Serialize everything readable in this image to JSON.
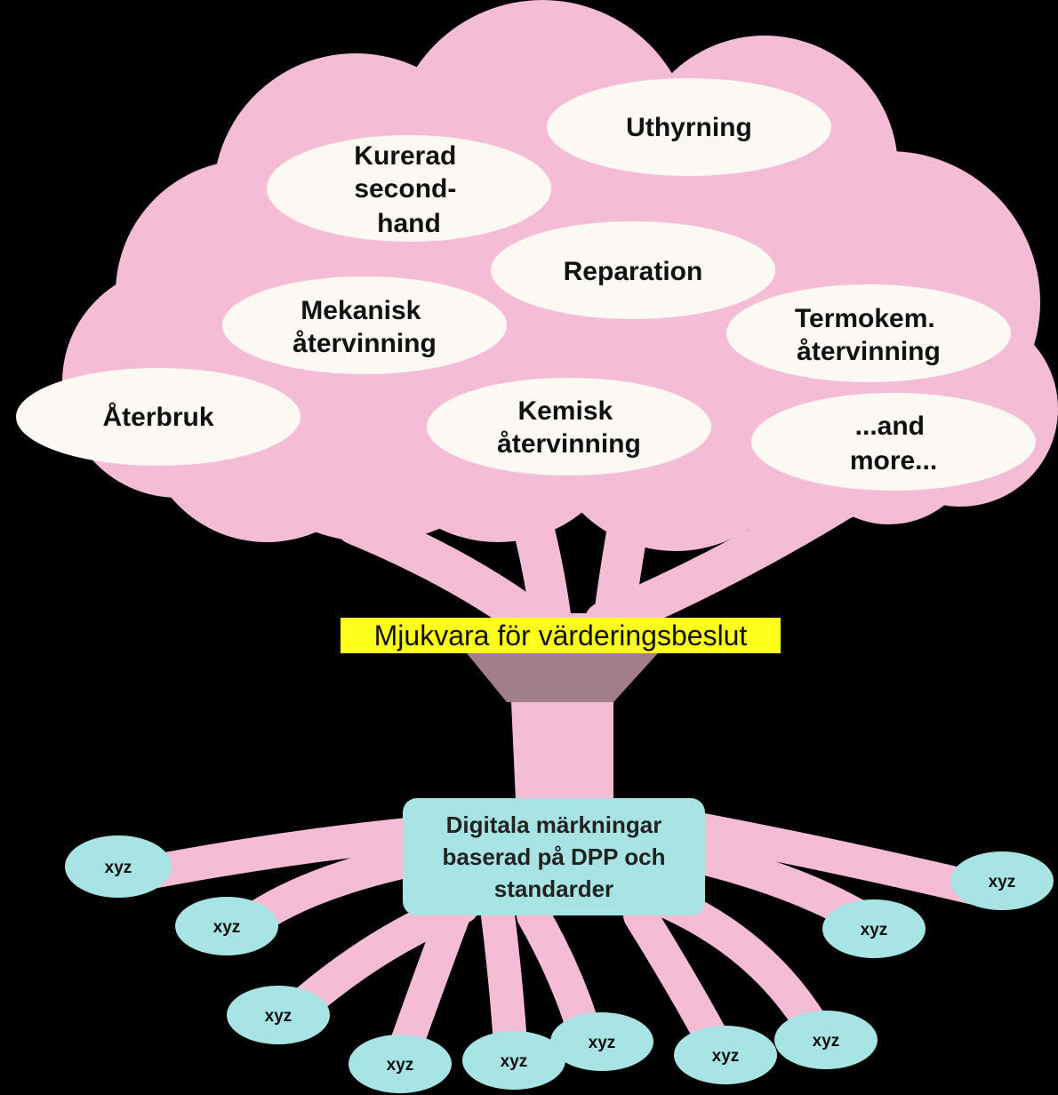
{
  "colors": {
    "background": "#000000",
    "tree": "#f5bcd6",
    "bubble": "#fcf8f4",
    "trunk_band": "#a27d8b",
    "root_bubble": "#a9e4e4",
    "highlight": "#ffff1c"
  },
  "canopy_items": [
    {
      "lines": [
        "Uthyrning"
      ]
    },
    {
      "lines": [
        "Kurerad",
        "second-",
        "hand"
      ]
    },
    {
      "lines": [
        "Reparation"
      ]
    },
    {
      "lines": [
        "Mekanisk",
        "återvinning"
      ]
    },
    {
      "lines": [
        "Termokem.",
        "återvinning"
      ]
    },
    {
      "lines": [
        "Återbruk"
      ]
    },
    {
      "lines": [
        "Kemisk",
        "återvinning"
      ]
    },
    {
      "lines": [
        "...and",
        "more..."
      ]
    }
  ],
  "center_label": "Mjukvara för värderingsbeslut",
  "base_box": {
    "lines": [
      "Digitala märkningar",
      "baserad på DPP och",
      "standarder"
    ]
  },
  "root_items": [
    "xyz",
    "xyz",
    "xyz",
    "xyz",
    "xyz",
    "xyz",
    "xyz",
    "xyz",
    "xyz",
    "xyz"
  ]
}
